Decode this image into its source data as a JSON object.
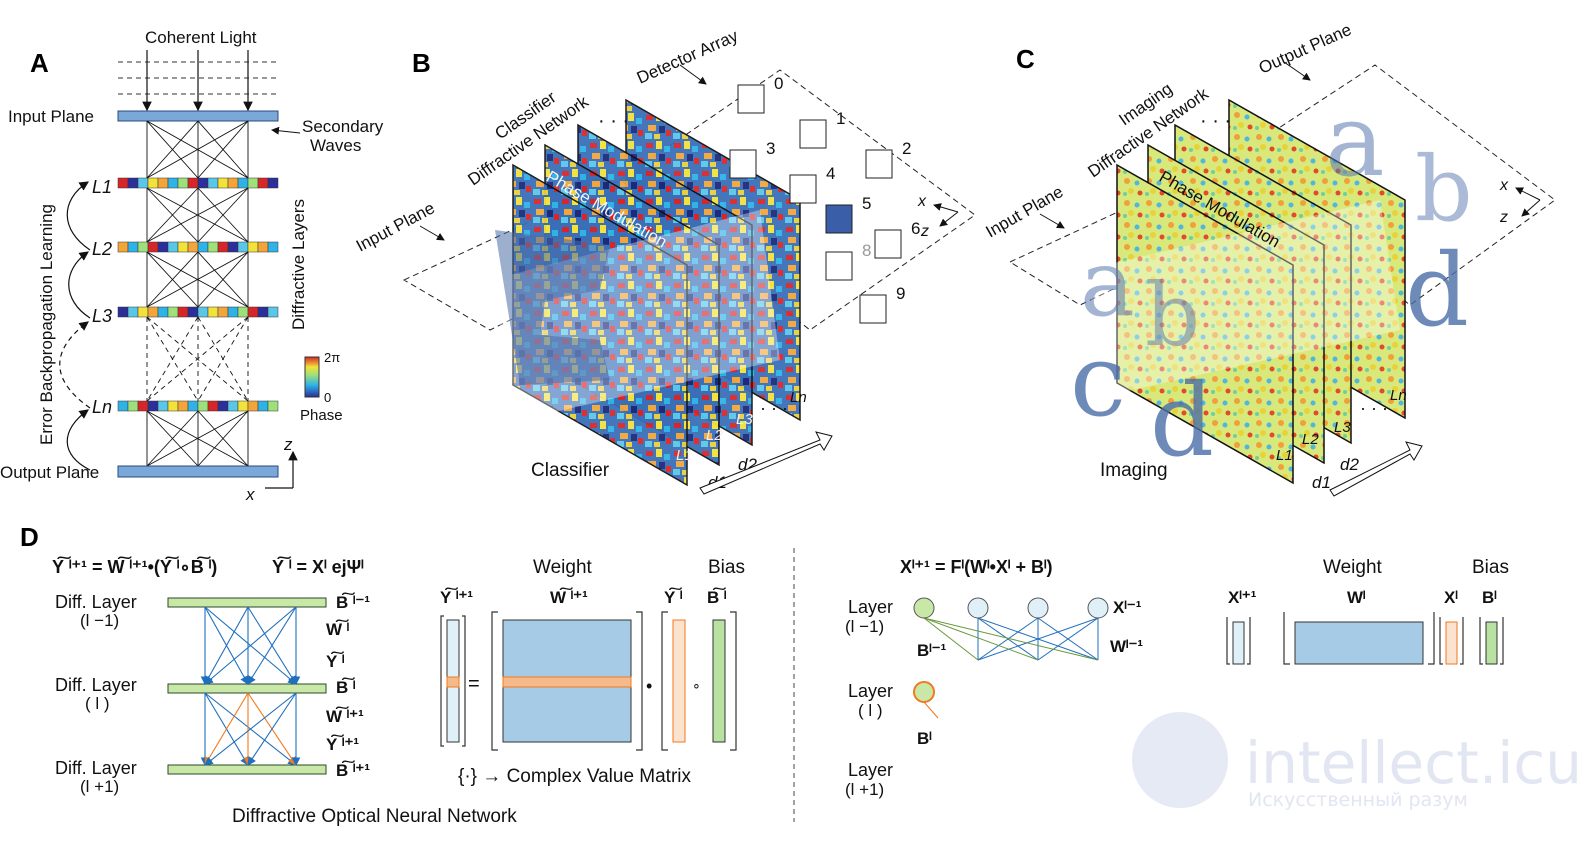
{
  "panels": {
    "a": "A",
    "b": "B",
    "c": "C",
    "d": "D"
  },
  "panel_a": {
    "coherent_light": "Coherent Light",
    "input_plane": "Input Plane",
    "secondary_waves_1": "Secondary",
    "secondary_waves_2": "Waves",
    "error_backprop": "Error Backpropagation Learning",
    "diffractive_layers": "Diffractive Layers",
    "layer_1": "L1",
    "layer_2": "L2",
    "layer_3": "L3",
    "layer_n": "Ln",
    "output_plane": "Output Plane",
    "phase_max": "2π",
    "phase_min": "0",
    "phase_label": "Phase",
    "axis_z": "z",
    "axis_x": "x"
  },
  "panel_b": {
    "detector_array": "Detector Array",
    "classifier_1": "Classifier",
    "classifier_2": "Diffractive Network",
    "input_plane": "Input Plane",
    "phase_modulation": "Phase Modulation",
    "detectors": [
      "0",
      "1",
      "2",
      "3",
      "4",
      "5",
      "6",
      "8",
      "9"
    ],
    "caption": "Classifier",
    "layer_1": "L1",
    "layer_2": "L2",
    "layer_3": "L3",
    "layer_n": "Ln",
    "d1": "d1",
    "d2": "d2",
    "axis_x": "x",
    "axis_z": "z"
  },
  "panel_c": {
    "output_plane": "Output Plane",
    "imaging_1": "Imaging",
    "imaging_2": "Diffractive Network",
    "input_plane": "Input Plane",
    "phase_modulation": "Phase Modulation",
    "letters": [
      "a",
      "b",
      "c",
      "d"
    ],
    "caption": "Imaging",
    "layer_1": "L1",
    "layer_2": "L2",
    "layer_3": "L3",
    "layer_n": "Ln",
    "d1": "d1",
    "d2": "d2",
    "axis_x": "x",
    "axis_z": "z"
  },
  "panel_d_left": {
    "eq1": "Y͠ ˡ⁺¹ = W͠ ˡ⁺¹•(Y͠ ˡ∘B͠ ˡ)",
    "eq2": "Y͠ ˡ = Xˡ ejΨˡ",
    "diff_layer": "Diff. Layer",
    "idx_prev": "(l −1)",
    "idx_cur": "( l )",
    "idx_next": "(l +1)",
    "b_prev": "B͠ ˡ⁻¹",
    "w_cur": "W͠ ˡ",
    "y_cur": "Y͠ ˡ",
    "b_cur": "B͠ ˡ",
    "w_next": "W͠ ˡ⁺¹",
    "y_next": "Y͠ ˡ⁺¹",
    "b_next": "B͠ ˡ⁺¹",
    "weight": "Weight",
    "bias": "Bias",
    "mat_y_next": "Y͠ ˡ⁺¹",
    "mat_w_next": "W͠ ˡ⁺¹",
    "mat_y": "Y͠ ˡ",
    "mat_b": "B͠ ˡ",
    "brace_note": "{·} → Complex Value Matrix",
    "caption": "Diffractive Optical Neural Network"
  },
  "panel_d_right": {
    "eq": "Xˡ⁺¹ = Fˡ(Wˡ•Xˡ + Bˡ)",
    "layer": "Layer",
    "idx_prev": "(l −1)",
    "idx_cur": "( l )",
    "idx_next": "(l +1)",
    "x_prev": "Xˡ⁻¹",
    "w_prev": "Wˡ⁻¹",
    "b_prev": "Bˡ⁻¹",
    "b_cur": "Bˡ",
    "weight": "Weight",
    "bias": "Bias",
    "mat_x_next": "Xˡ⁺¹",
    "mat_w": "Wˡ",
    "mat_x": "Xˡ",
    "mat_b": "Bˡ"
  },
  "watermark": {
    "brand": "intellect.icu",
    "tagline": "Искусственный разум"
  },
  "colors": {
    "phase_low": "#2a2f9a",
    "phase_mid": "#2fb3e6",
    "phase_yellow": "#f2e23a",
    "phase_high": "#d7262a",
    "arrow_blue": "#1f6fbf",
    "arrow_orange": "#f07a20",
    "node_green": "#c9e8a8",
    "node_blue": "#dff0f8",
    "matrix_blue": "#a6cbe7",
    "matrix_orange": "#f6b98a",
    "bias_green": "#b9e1a1"
  }
}
